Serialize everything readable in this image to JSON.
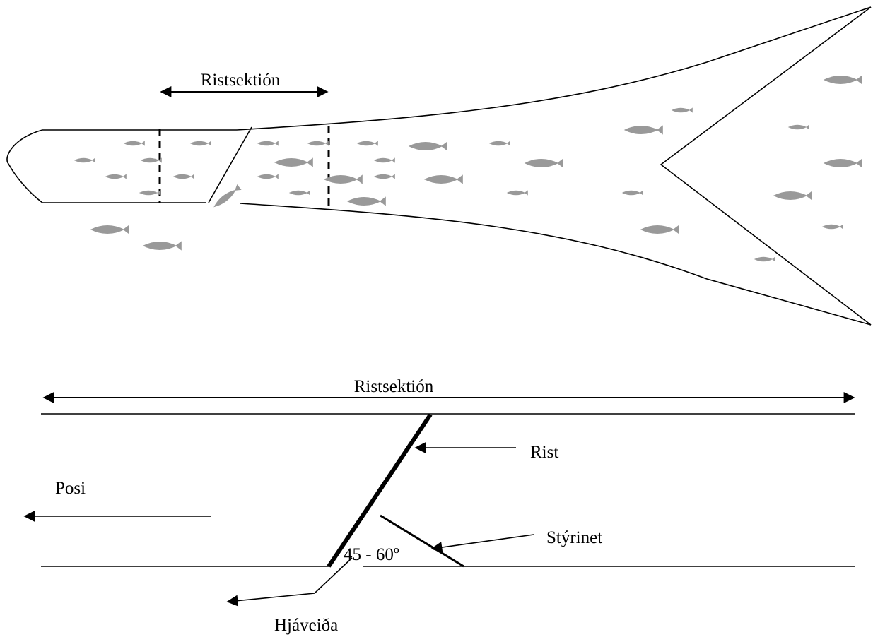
{
  "top_view": {
    "section_label": "Ristsektión"
  },
  "side_view": {
    "section_label": "Ristsektión",
    "grid_label": "Rist",
    "direction_label": "Posi",
    "guide_net_label": "Stýrinet",
    "angle_label": "45 - 60º",
    "bycatch_label": "Hjáveiða"
  },
  "colors": {
    "line": "#000000",
    "fish": "#999999",
    "background": "#ffffff"
  }
}
